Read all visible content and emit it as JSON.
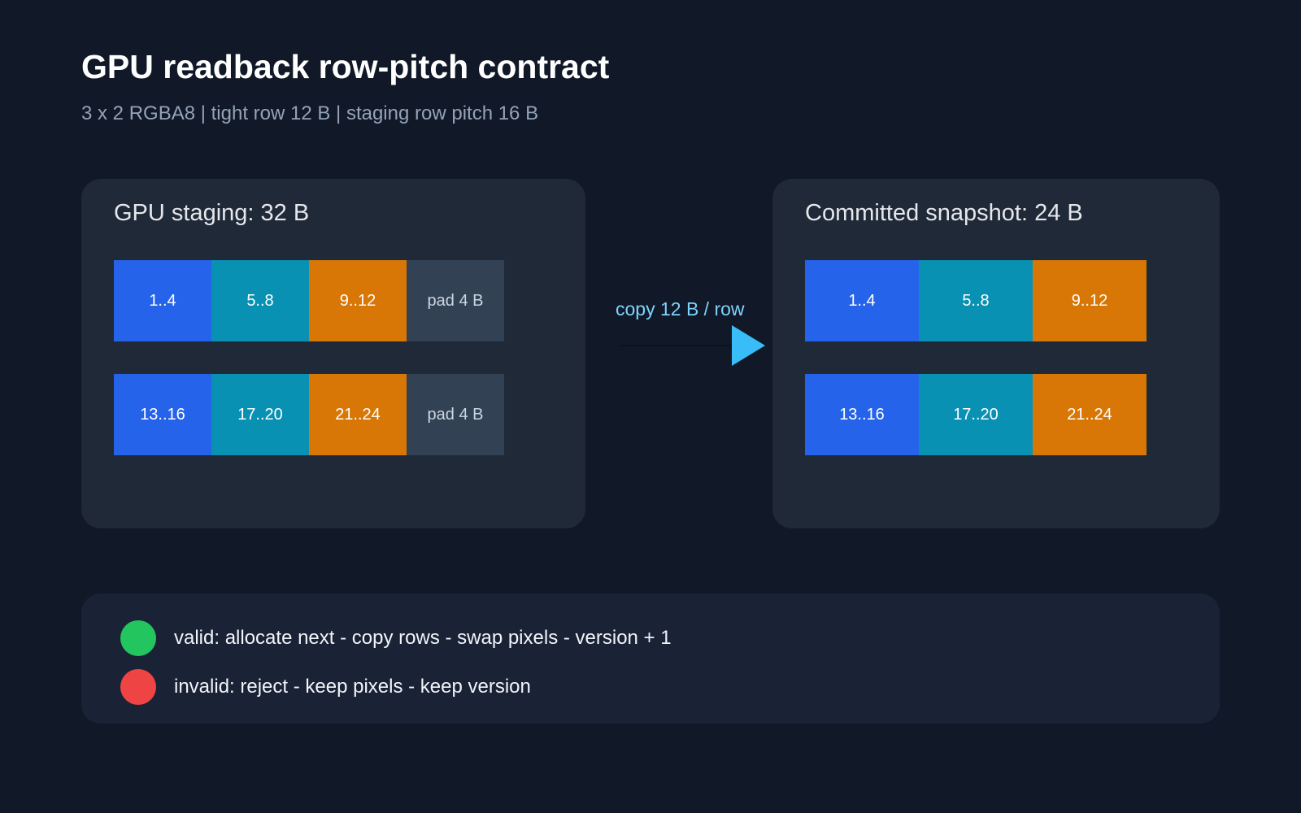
{
  "header": {
    "title": "GPU readback row-pitch contract",
    "subtitle": "3 x 2 RGBA8 | tight row 12 B | staging row pitch 16 B"
  },
  "staging": {
    "title": "GPU staging: 32 B",
    "rows": [
      [
        "1..4",
        "5..8",
        "9..12",
        "pad 4 B"
      ],
      [
        "13..16",
        "17..20",
        "21..24",
        "pad 4 B"
      ]
    ]
  },
  "copy": {
    "label": "copy 12 B / row"
  },
  "snapshot": {
    "title": "Committed snapshot: 24 B",
    "rows": [
      [
        "1..4",
        "5..8",
        "9..12"
      ],
      [
        "13..16",
        "17..20",
        "21..24"
      ]
    ]
  },
  "legend": {
    "items": [
      {
        "status": "valid",
        "color": "#22c55e",
        "text": "valid: allocate next - copy rows - swap pixels - version + 1"
      },
      {
        "status": "invalid",
        "color": "#ef4444",
        "text": "invalid: reject - keep pixels - keep version"
      }
    ]
  },
  "colors": {
    "background": "#111827",
    "panel": "#1f2937",
    "pixel_r": "#2563eb",
    "pixel_g": "#0891b2",
    "pixel_b": "#d97706",
    "padding": "#334155",
    "arrow": "#38bdf8"
  }
}
